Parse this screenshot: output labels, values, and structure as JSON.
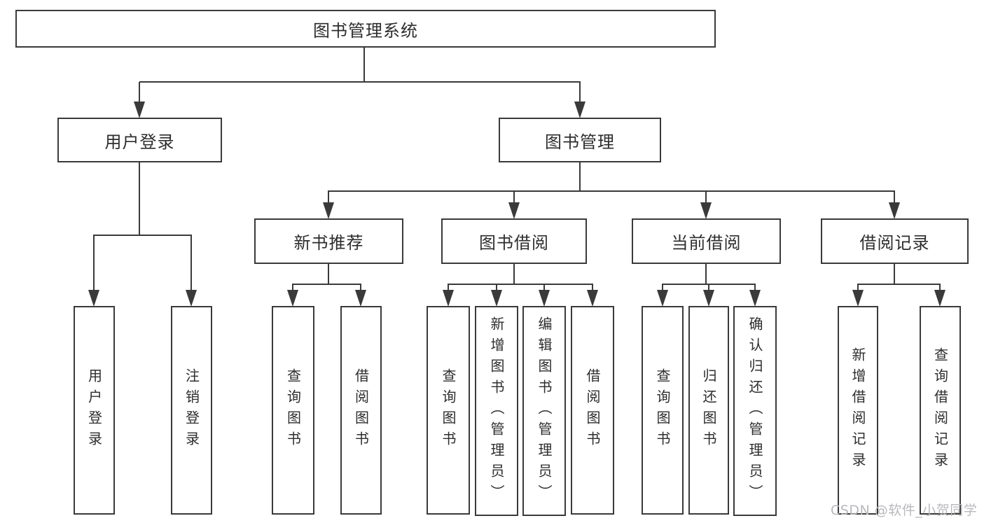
{
  "diagram": {
    "root": {
      "label": "图书管理系统"
    },
    "branches": [
      {
        "label": "用户登录",
        "children": [
          {
            "label": "用户登录"
          },
          {
            "label": "注销登录"
          }
        ]
      },
      {
        "label": "图书管理",
        "children": [
          {
            "label": "新书推荐",
            "children": [
              {
                "label": "查询图书"
              },
              {
                "label": "借阅图书"
              }
            ]
          },
          {
            "label": "图书借阅",
            "children": [
              {
                "label": "查询图书"
              },
              {
                "label": "新增图书（管理员）"
              },
              {
                "label": "编辑图书（管理员）"
              },
              {
                "label": "借阅图书"
              }
            ]
          },
          {
            "label": "当前借阅",
            "children": [
              {
                "label": "查询图书"
              },
              {
                "label": "归还图书"
              },
              {
                "label": "确认归还（管理员）"
              }
            ]
          },
          {
            "label": "借阅记录",
            "children": [
              {
                "label": "新增借阅记录"
              },
              {
                "label": "查询借阅记录"
              }
            ]
          }
        ]
      }
    ],
    "watermark": "CSDN @软件_小贺同学",
    "colors": {
      "line": "#3a3a3a",
      "text": "#2d2d2d",
      "background": "#ffffff",
      "watermark": "#b9b9bd"
    }
  }
}
